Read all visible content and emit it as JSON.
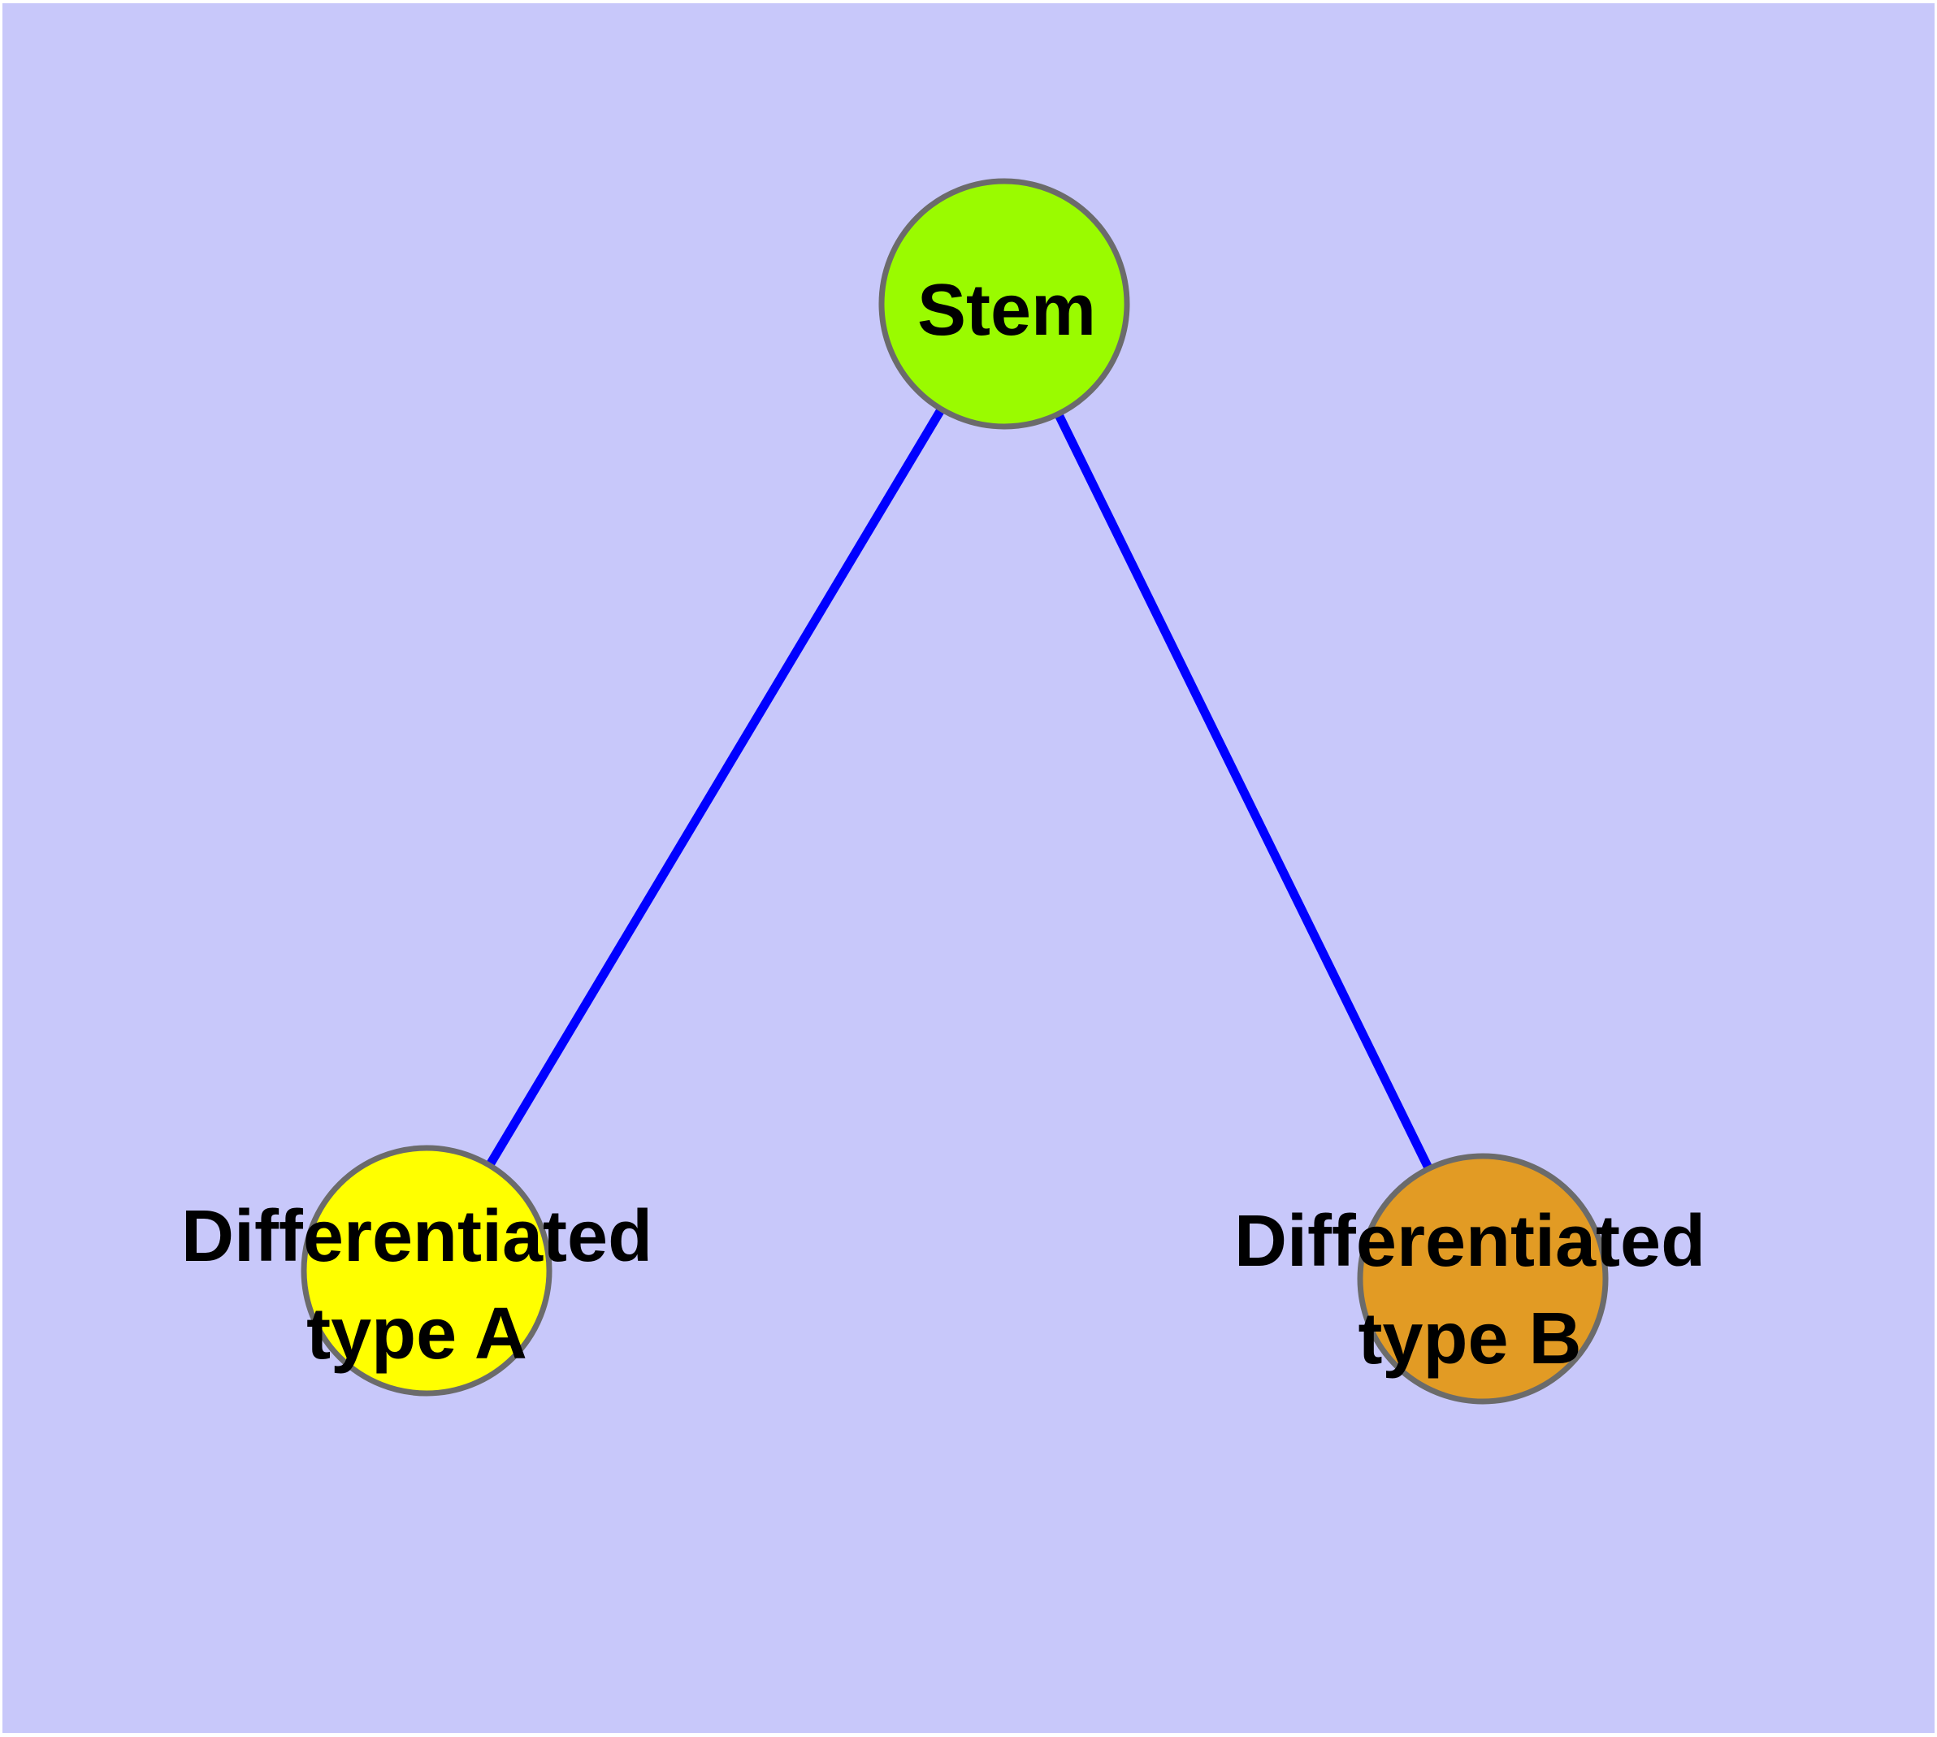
{
  "colors": {
    "background": "#C8C8FA",
    "edge": "#0000FF",
    "node_border": "#6B6B6B",
    "stem_node": "#9AFB00",
    "type_a_node": "#FFFF00",
    "type_b_node": "#E29B24"
  },
  "nodes": {
    "stem": {
      "label": "Stem"
    },
    "type_a": {
      "label": "Differentiated\ntype A"
    },
    "type_b": {
      "label": "Differentiated\ntype B"
    }
  },
  "edges": [
    {
      "from": "Stem",
      "to": "Differentiated type A"
    },
    {
      "from": "Stem",
      "to": "Differentiated type B"
    }
  ]
}
